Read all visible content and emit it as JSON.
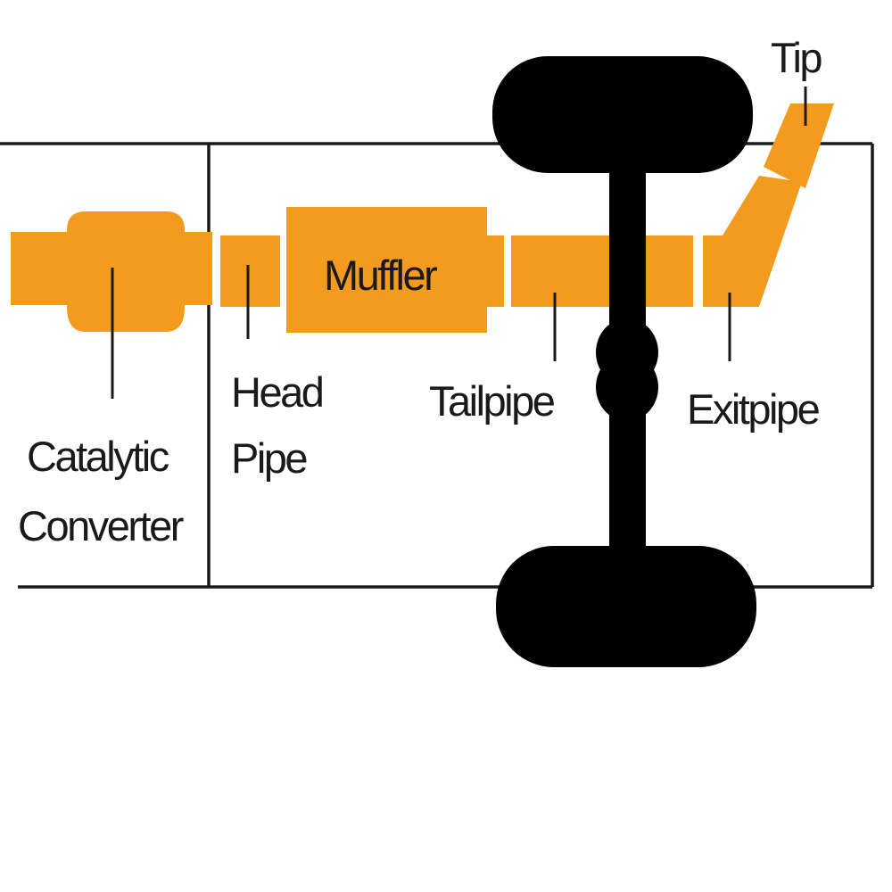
{
  "colors": {
    "pipe": "#f39b1f",
    "outline": "#1a1a1a",
    "wheel": "#000000",
    "text": "#1a1a1a",
    "background": "#ffffff"
  },
  "labels": {
    "muffler": "Muffler",
    "head_pipe_line1": "Head",
    "head_pipe_line2": "Pipe",
    "tailpipe": "Tailpipe",
    "exitpipe": "Exitpipe",
    "tip": "Tip",
    "catalytic_line1": "Catalytic",
    "catalytic_line2": "Converter"
  }
}
